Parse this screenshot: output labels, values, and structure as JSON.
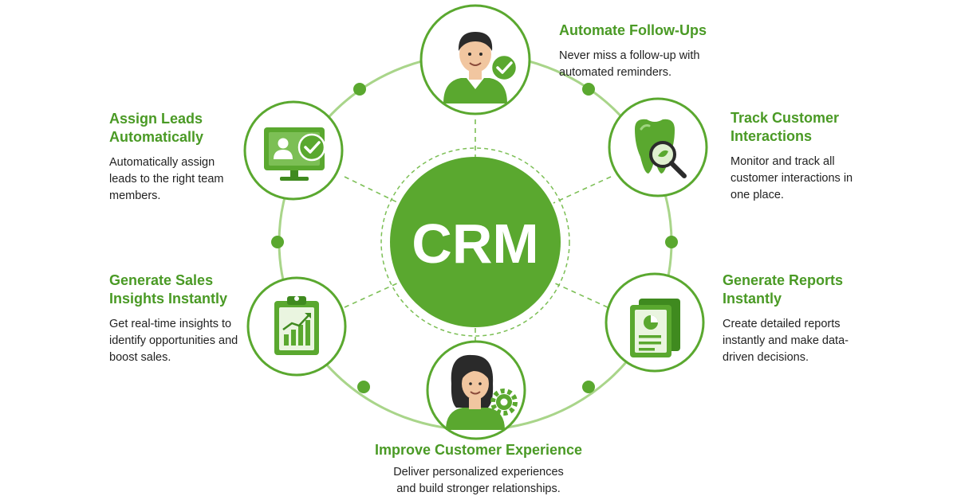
{
  "hub": {
    "label": "CRM"
  },
  "features": [
    {
      "id": "automate",
      "title": "Automate Follow-Ups",
      "description": "Never miss a follow-up with automated reminders.",
      "icon": "man-with-checkmark-icon"
    },
    {
      "id": "track",
      "title": "Track Customer Interactions",
      "description": "Monitor and track all customer interactions in one place.",
      "icon": "tooth-magnifier-icon"
    },
    {
      "id": "reports",
      "title": "Generate Reports Instantly",
      "description": "Create detailed reports instantly and make data-driven decisions.",
      "icon": "report-document-icon"
    },
    {
      "id": "experience",
      "title": "Improve Customer Experience",
      "description": "Deliver personalized experiences and build stronger relationships.",
      "icon": "woman-with-gear-icon"
    },
    {
      "id": "insights",
      "title": "Generate Sales Insights Instantly",
      "description": "Get real-time insights to identify opportunities and boost sales.",
      "icon": "clipboard-chart-icon"
    },
    {
      "id": "assign",
      "title": "Assign Leads Automatically",
      "description": "Automatically assign leads to the right team members.",
      "icon": "monitor-user-check-icon"
    }
  ],
  "colors": {
    "primary": "#5aa82f",
    "dark": "#3f8a1f",
    "light": "#a9d58a",
    "heading": "#4a9a25",
    "text": "#222222"
  }
}
